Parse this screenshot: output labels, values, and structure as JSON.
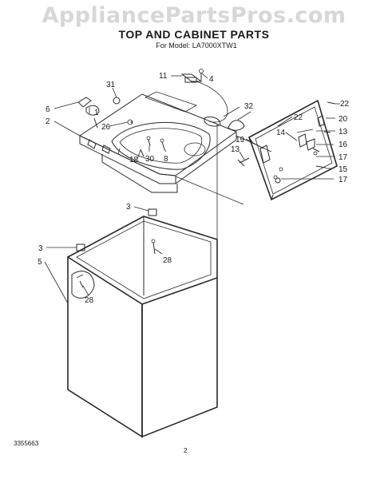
{
  "watermark": "AppliancePartsPros.com",
  "title": "TOP AND CABINET PARTS",
  "subtitle": "For Model: LA7000XTW1",
  "doc_number": "3355663",
  "page_number": "2",
  "callouts": {
    "c1": "1",
    "c2": "2",
    "c3a": "3",
    "c3b": "3",
    "c4": "4",
    "c5": "5",
    "c6": "6",
    "c8": "8",
    "c11": "11",
    "c13a": "13",
    "c13b": "13",
    "c14": "14",
    "c15": "15",
    "c16": "16",
    "c17a": "17",
    "c17b": "17",
    "c18": "18",
    "c19": "19",
    "c20": "20",
    "c22a": "22",
    "c22b": "22",
    "c26": "26",
    "c28a": "28",
    "c28b": "28",
    "c30": "30",
    "c31": "31",
    "c32": "32"
  }
}
